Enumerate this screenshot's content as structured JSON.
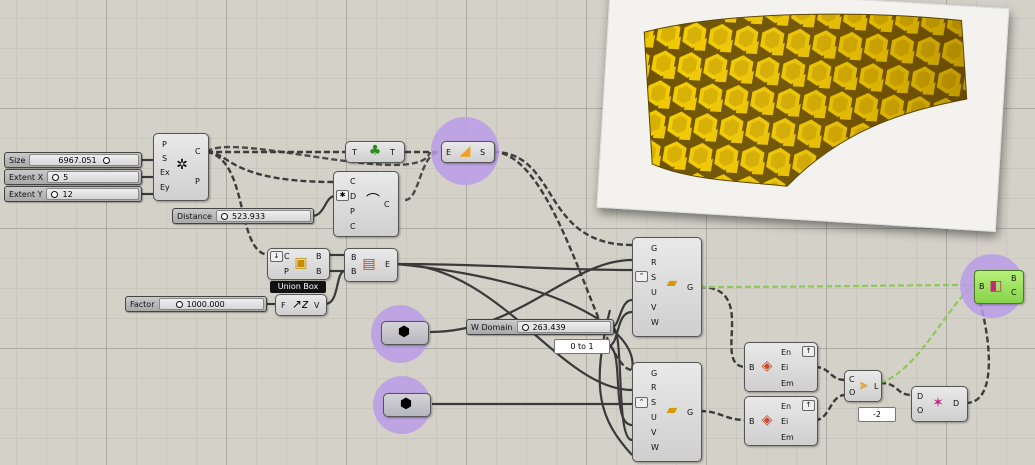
{
  "params": {
    "size": {
      "label": "Size",
      "value": "6967.051"
    },
    "extent_x": {
      "label": "Extent X",
      "value": "5"
    },
    "extent_y": {
      "label": "Extent Y",
      "value": "12"
    },
    "distance": {
      "label": "Distance",
      "value": "523.933"
    },
    "factor": {
      "label": "Factor",
      "value": "1000.000"
    },
    "w_domain": {
      "label": "W Domain",
      "value": "263.439"
    }
  },
  "hexgrid": {
    "inputs": [
      "P",
      "S",
      "Ex",
      "Ey"
    ],
    "outputs": [
      "C",
      "P"
    ]
  },
  "tree": {
    "input": "T",
    "output": "T"
  },
  "explode": {
    "input": "E",
    "output": "S"
  },
  "offset": {
    "inputs": [
      "C",
      "D",
      "P",
      "C"
    ],
    "output": "C"
  },
  "union_box": {
    "inputs": [
      "C",
      "P"
    ],
    "outputs": [
      "B",
      "B"
    ],
    "name": "Union Box"
  },
  "bbox": {
    "inputs": [
      "B",
      "B"
    ],
    "output": "E"
  },
  "scale_z": {
    "inputs": [
      "F"
    ],
    "output": "V"
  },
  "morph1": {
    "inputs": [
      "G",
      "R",
      "S",
      "U",
      "V",
      "W"
    ],
    "output": "G"
  },
  "morph2": {
    "inputs": [
      "G",
      "R",
      "S",
      "U",
      "V",
      "W"
    ],
    "output": "G"
  },
  "panel_domain": {
    "text": "0 to 1"
  },
  "panel_neg2": {
    "text": "-2"
  },
  "brep_edges1": {
    "input": "B",
    "outputs": [
      "En",
      "Ei",
      "Em"
    ]
  },
  "brep_edges2": {
    "input": "B",
    "outputs": [
      "En",
      "Ei",
      "Em"
    ]
  },
  "join": {
    "inputs": [
      "C",
      "O"
    ],
    "output": "L"
  },
  "delete": {
    "inputs": [
      "D",
      "O"
    ],
    "output": "D"
  },
  "preview": {
    "input": "B",
    "outputs": [
      "B",
      "C"
    ]
  },
  "colors": {
    "canvas": "#d4d2c8",
    "wire": "#3c3c3c",
    "cluster": "#ba9ce8",
    "preview_green": "#92dc58",
    "honeycomb": "#f2cb00"
  }
}
